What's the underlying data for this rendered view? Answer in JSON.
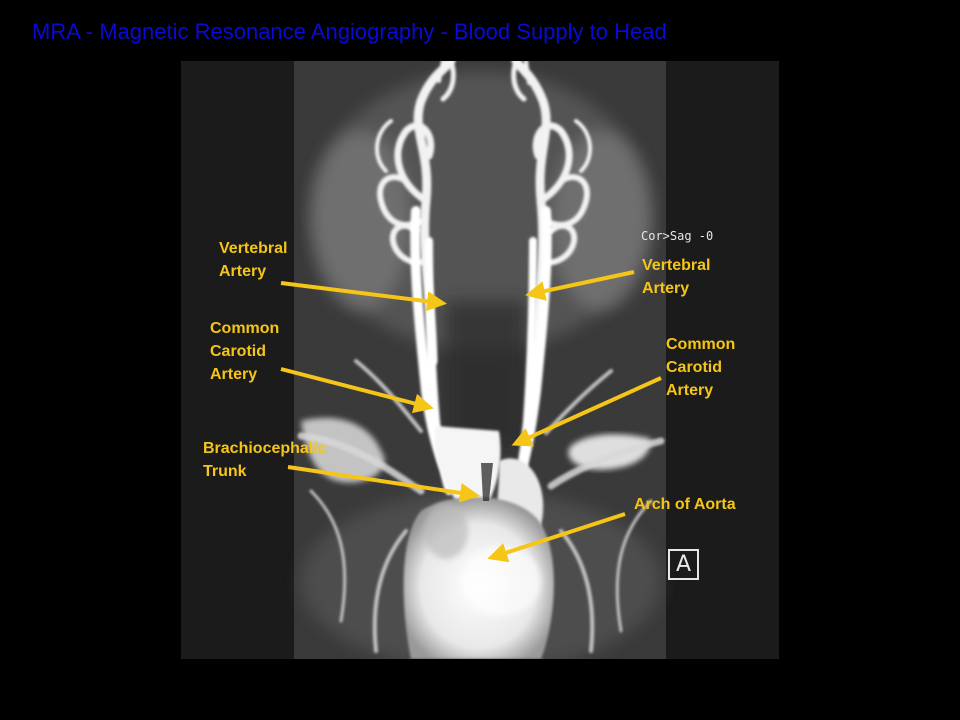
{
  "title": "MRA - Magnetic Resonance Angiography - Blood Supply to Head",
  "scan": {
    "orientation_text": "Cor>Sag -0",
    "view_marker": "A"
  },
  "labels": {
    "vertebral_left": [
      "Vertebral",
      "Artery"
    ],
    "vertebral_right": [
      "Vertebral",
      "Artery"
    ],
    "carotid_left": [
      "Common",
      "Carotid",
      "Artery"
    ],
    "carotid_right": [
      "Common",
      "Carotid",
      "Artery"
    ],
    "brachiocephalic": [
      "Brachiocephalic",
      "Trunk"
    ],
    "aortic_arch": [
      "Arch of Aorta"
    ]
  },
  "colors": {
    "title": "#0a0ad8",
    "labels": "#f5c518",
    "arrows": "#f5c518",
    "background": "#000000"
  }
}
